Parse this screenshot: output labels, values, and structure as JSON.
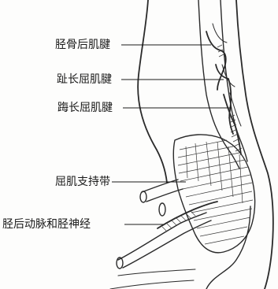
{
  "labels": {
    "tibialis_posterior_tendon": "胫骨后肌腱",
    "flexor_digitorum_longus_tendon": "趾长屈肌腱",
    "flexor_hallucis_longus_tendon": "踇长屈肌腱",
    "flexor_retinaculum": "屈肌支持带",
    "posterior_tibial_artery_and_nerve": "胫后动脉和胫神经"
  }
}
